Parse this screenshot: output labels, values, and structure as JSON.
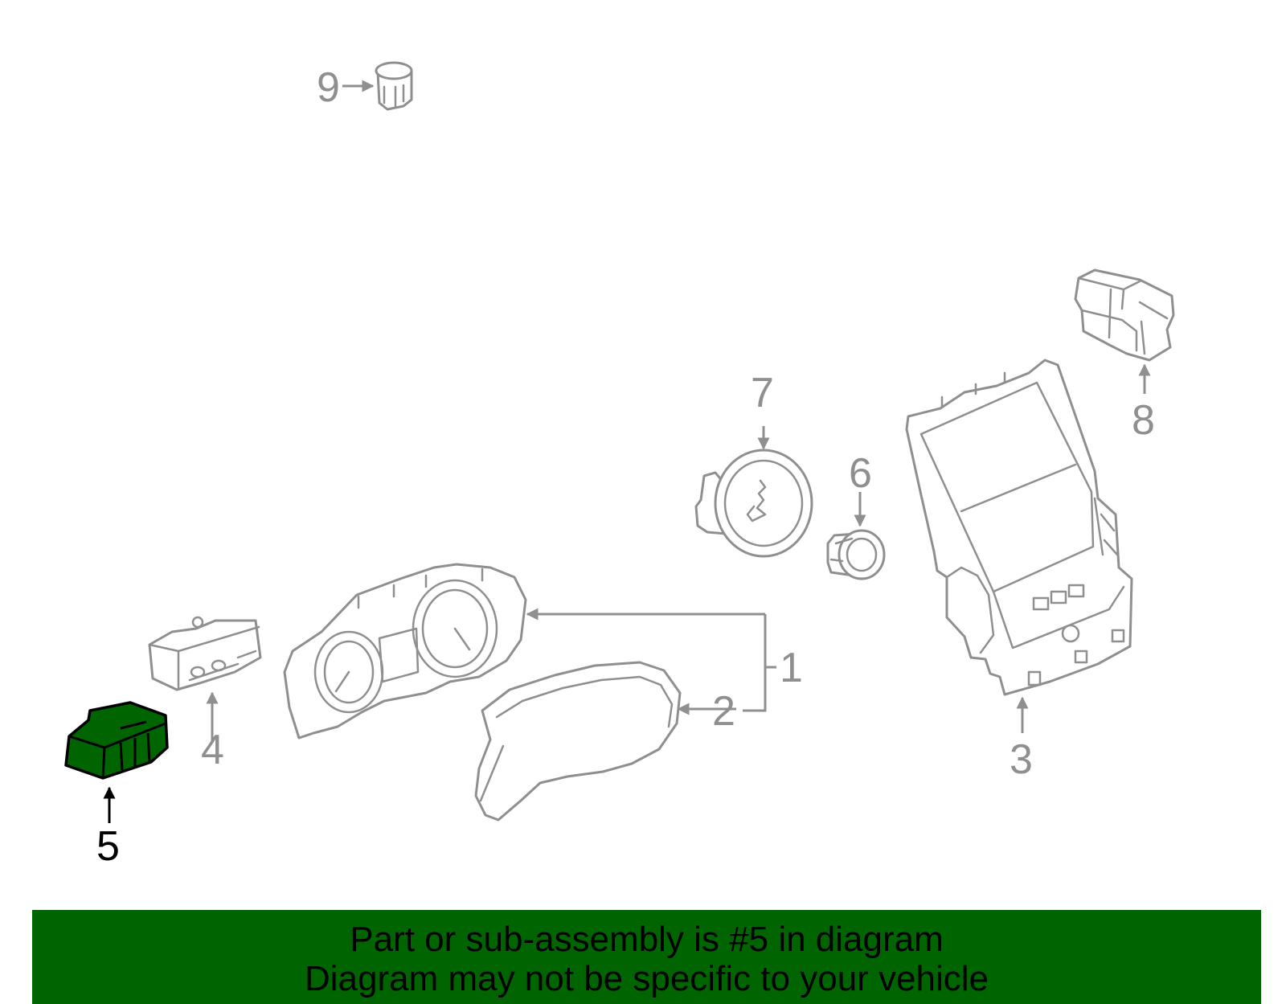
{
  "callouts": [
    "1",
    "2",
    "3",
    "4",
    "5",
    "6",
    "7",
    "8",
    "9"
  ],
  "selected_callout": "5",
  "colors": {
    "highlight": "#006400",
    "banner": "#006400",
    "line_art": "#8f8f8f",
    "selected_outline": "#000000"
  },
  "banner": {
    "line1": "Part or sub-assembly is #5 in diagram",
    "line2": "Diagram may not be specific to your vehicle"
  }
}
